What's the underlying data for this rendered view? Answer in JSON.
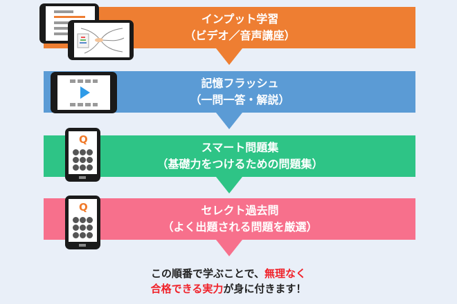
{
  "steps": [
    {
      "title": "インプット学習",
      "sub": "（ビデオ／音声講座）",
      "color": "#ee7e32",
      "icon": "tablet-mindmap-icon"
    },
    {
      "title": "記憶フラッシュ",
      "sub": "（一問一答・解説）",
      "color": "#5b9bd5",
      "icon": "tablet-video-icon"
    },
    {
      "title": "スマート問題集",
      "sub": "（基礎力をつけるための問題集）",
      "color": "#2ec486",
      "icon": "tablet-quiz-icon"
    },
    {
      "title": "セレクト過去問",
      "sub": "（よく出題される問題を厳選）",
      "color": "#f7708c",
      "icon": "tablet-quiz-icon"
    }
  ],
  "quiz_letter": "Q",
  "footer": {
    "line1_a": "この順番で学ぶことで、",
    "line1_b": "無理なく",
    "line2_a": "合格できる実力",
    "line2_b": "が身に付きます！"
  }
}
